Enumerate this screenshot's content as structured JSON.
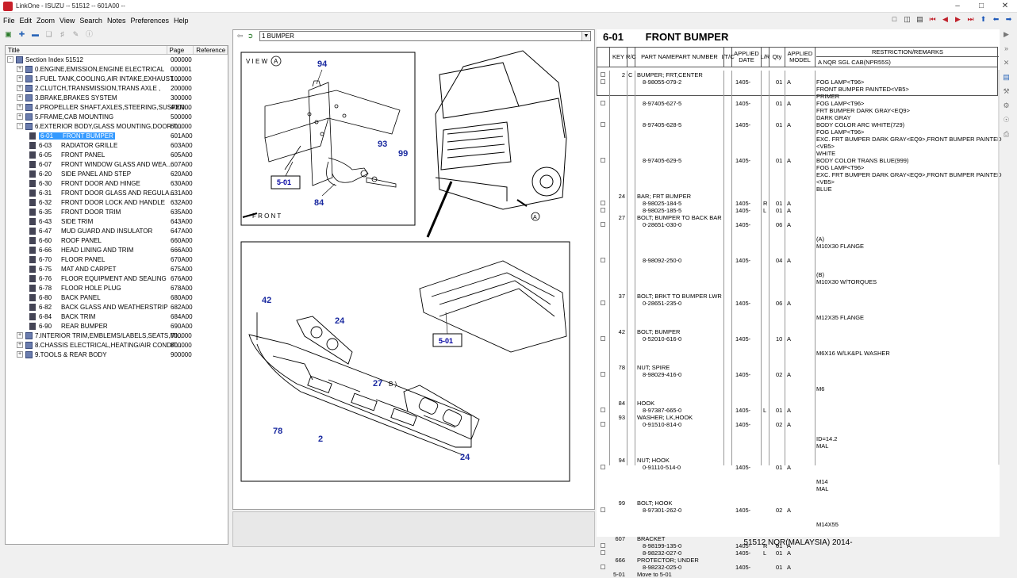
{
  "window": {
    "title": "LinkOne - ISUZU -- 51512 -- 601A00 --"
  },
  "menu": [
    "File",
    "Edit",
    "Zoom",
    "View",
    "Search",
    "Notes",
    "Preferences",
    "Help"
  ],
  "tree": {
    "headers": {
      "title": "Title",
      "page": "Page",
      "reference": "Reference"
    },
    "rows": [
      {
        "level": 0,
        "exp": "-",
        "label": "Section Index 51512",
        "page": "000000"
      },
      {
        "level": 1,
        "exp": "+",
        "label": "0.ENGINE,EMISSION,ENGINE ELECTRICAL",
        "page": "000001"
      },
      {
        "level": 1,
        "exp": "+",
        "label": "1.FUEL TANK,COOLING,AIR INTAKE,EXHAUST ...",
        "page": "100000"
      },
      {
        "level": 1,
        "exp": "+",
        "label": "2.CLUTCH,TRANSMISSION,TRANS AXLE ,",
        "page": "200000"
      },
      {
        "level": 1,
        "exp": "+",
        "label": "3.BRAKE,BRAKES SYSTEM",
        "page": "300000"
      },
      {
        "level": 1,
        "exp": "+",
        "label": "4.PROPELLER SHAFT,AXLES,STEERING,SUSPEN...",
        "page": "400000"
      },
      {
        "level": 1,
        "exp": "+",
        "label": "5.FRAME,CAB MOUNTING",
        "page": "500000"
      },
      {
        "level": 1,
        "exp": "-",
        "label": "6.EXTERIOR BODY,GLASS MOUNTING,DOOR T...",
        "page": "600000"
      },
      {
        "level": 2,
        "code": "6-01",
        "label": "FRONT BUMPER",
        "page": "601A00",
        "selected": true
      },
      {
        "level": 2,
        "code": "6-03",
        "label": "RADIATOR GRILLE",
        "page": "603A00"
      },
      {
        "level": 2,
        "code": "6-05",
        "label": "FRONT PANEL",
        "page": "605A00"
      },
      {
        "level": 2,
        "code": "6-07",
        "label": "FRONT WINDOW GLASS AND WEA...",
        "page": "607A00"
      },
      {
        "level": 2,
        "code": "6-20",
        "label": "SIDE PANEL AND STEP",
        "page": "620A00"
      },
      {
        "level": 2,
        "code": "6-30",
        "label": "FRONT DOOR AND HINGE",
        "page": "630A00"
      },
      {
        "level": 2,
        "code": "6-31",
        "label": "FRONT DOOR GLASS AND REGULA...",
        "page": "631A00"
      },
      {
        "level": 2,
        "code": "6-32",
        "label": "FRONT DOOR LOCK AND HANDLE",
        "page": "632A00"
      },
      {
        "level": 2,
        "code": "6-35",
        "label": "FRONT DOOR TRIM",
        "page": "635A00"
      },
      {
        "level": 2,
        "code": "6-43",
        "label": "SIDE TRIM",
        "page": "643A00"
      },
      {
        "level": 2,
        "code": "6-47",
        "label": "MUD GUARD AND INSULATOR",
        "page": "647A00"
      },
      {
        "level": 2,
        "code": "6-60",
        "label": "ROOF PANEL",
        "page": "660A00"
      },
      {
        "level": 2,
        "code": "6-66",
        "label": "HEAD LINING AND TRIM",
        "page": "666A00"
      },
      {
        "level": 2,
        "code": "6-70",
        "label": "FLOOR PANEL",
        "page": "670A00"
      },
      {
        "level": 2,
        "code": "6-75",
        "label": "MAT AND CARPET",
        "page": "675A00"
      },
      {
        "level": 2,
        "code": "6-76",
        "label": "FLOOR EQUIPMENT AND SEALING",
        "page": "676A00"
      },
      {
        "level": 2,
        "code": "6-78",
        "label": "FLOOR HOLE PLUG",
        "page": "678A00"
      },
      {
        "level": 2,
        "code": "6-80",
        "label": "BACK PANEL",
        "page": "680A00"
      },
      {
        "level": 2,
        "code": "6-82",
        "label": "BACK GLASS AND WEATHERSTRIP",
        "page": "682A00"
      },
      {
        "level": 2,
        "code": "6-84",
        "label": "BACK TRIM",
        "page": "684A00"
      },
      {
        "level": 2,
        "code": "6-90",
        "label": "REAR BUMPER",
        "page": "690A00"
      },
      {
        "level": 1,
        "exp": "+",
        "label": "7.INTERIOR TRIM,EMBLEMS/LABELS,SEATS,MI...",
        "page": "700000"
      },
      {
        "level": 1,
        "exp": "+",
        "label": "8.CHASSIS ELECTRICAL,HEATING/AIR CONDIT...",
        "page": "800000"
      },
      {
        "level": 1,
        "exp": "+",
        "label": "9.TOOLS & REAR BODY",
        "page": "900000"
      }
    ]
  },
  "diagram": {
    "selector": "1 BUMPER",
    "view_label": "V I E W",
    "view_letter": "A",
    "front_label": "F R O N T",
    "callouts": {
      "c94": "94",
      "c93": "93",
      "c99": "99",
      "c84": "84",
      "c42": "42",
      "c24a": "24",
      "c24b": "24",
      "c27": "27",
      "c2": "2",
      "c78": "78",
      "cB": "B )",
      "cA": "A"
    },
    "ref_box": "5-01"
  },
  "parts": {
    "section": "6-01",
    "title": "FRONT BUMPER",
    "headers": {
      "key": "KEY",
      "rc": "R/C",
      "part_name": "PART NAME",
      "part_number": "PART NUMBER",
      "itc": "I/T/C",
      "applied_date": "APPLIED DATE",
      "lr": "L/R",
      "qty": "Qty",
      "applied_model": "APPLIED MODEL",
      "restriction": "RESTRICTION/REMARKS",
      "model_note": "A NQR SGL CAB(NPR55S)"
    },
    "rows": [
      {
        "chk": true,
        "key": "2",
        "rc": "C",
        "name": "BUMPER; FRT,CENTER",
        "num": "",
        "date": "",
        "lr": "",
        "qty": "",
        "model": "",
        "remark": ""
      },
      {
        "chk": true,
        "key": "",
        "num": "8-98055-079-2",
        "date": "1405-",
        "qty": "01",
        "model": "A",
        "remark": "FOG LAMP<T96>"
      },
      {
        "remark": "FRONT BUMPER PAINTED<VB5>"
      },
      {
        "remark": "PRIMER"
      },
      {
        "chk": true,
        "num": "8-97405-627-5",
        "date": "1405-",
        "qty": "01",
        "model": "A",
        "remark": "FOG LAMP<T96>"
      },
      {
        "remark": "FRT BUMPER DARK GRAY<EQ9>"
      },
      {
        "remark": "DARK GRAY"
      },
      {
        "chk": true,
        "num": "8-97405-628-5",
        "date": "1405-",
        "qty": "01",
        "model": "A",
        "remark": "BODY COLOR ARC WHITE(729)"
      },
      {
        "remark": "FOG LAMP<T96>"
      },
      {
        "remark": "EXC. FRT BUMPER DARK GRAY<EQ9>,FRONT BUMPER PAINTED"
      },
      {
        "remark": "<VB5>"
      },
      {
        "remark": "WHITE"
      },
      {
        "chk": true,
        "num": "8-97405-629-5",
        "date": "1405-",
        "qty": "01",
        "model": "A",
        "remark": "BODY COLOR TRANS BLUE(999)"
      },
      {
        "remark": "FOG LAMP<T96>"
      },
      {
        "remark": "EXC. FRT BUMPER DARK GRAY<EQ9>,FRONT BUMPER PAINTED"
      },
      {
        "remark": "<VB5>"
      },
      {
        "remark": "BLUE"
      },
      {
        "key": "24",
        "name": "BAR; FRT BUMPER"
      },
      {
        "chk": true,
        "num": "8-98025-184-5",
        "date": "1405-",
        "lr": "R",
        "qty": "01",
        "model": "A"
      },
      {
        "chk": true,
        "num": "8-98025-185-5",
        "date": "1405-",
        "lr": "L",
        "qty": "01",
        "model": "A"
      },
      {
        "key": "27",
        "name": "BOLT; BUMPER TO BACK BAR"
      },
      {
        "chk": true,
        "num": "0-28651-030-0",
        "date": "1405-",
        "qty": "06",
        "model": "A"
      },
      {
        "remark": ""
      },
      {
        "remark": "(A)"
      },
      {
        "remark": "M10X30 FLANGE"
      },
      {
        "remark": ""
      },
      {
        "chk": true,
        "num": "8-98092-250-0",
        "date": "1405-",
        "qty": "04",
        "model": "A"
      },
      {
        "remark": ""
      },
      {
        "remark": "(B)"
      },
      {
        "remark": "M10X30 W/TORQUES"
      },
      {
        "remark": ""
      },
      {
        "key": "37",
        "name": "BOLT; BRKT TO BUMPER LWR"
      },
      {
        "chk": true,
        "num": "0-28651-235-0",
        "date": "1405-",
        "qty": "06",
        "model": "A"
      },
      {
        "remark": ""
      },
      {
        "remark": "M12X35 FLANGE"
      },
      {
        "remark": ""
      },
      {
        "key": "42",
        "name": "BOLT; BUMPER"
      },
      {
        "chk": true,
        "num": "0-52010-616-0",
        "date": "1405-",
        "qty": "10",
        "model": "A"
      },
      {
        "remark": ""
      },
      {
        "remark": "M6X16 W/LK&PL WASHER"
      },
      {
        "remark": ""
      },
      {
        "key": "78",
        "name": "NUT; SPIRE"
      },
      {
        "chk": true,
        "num": "8-98029-416-0",
        "date": "1405-",
        "qty": "02",
        "model": "A"
      },
      {
        "remark": ""
      },
      {
        "remark": "M6"
      },
      {
        "remark": ""
      },
      {
        "key": "84",
        "name": "HOOK"
      },
      {
        "chk": true,
        "num": "8-97387-665-0",
        "date": "1405-",
        "lr": "L",
        "qty": "01",
        "model": "A"
      },
      {
        "key": "93",
        "name": "WASHER; LK,HOOK"
      },
      {
        "chk": true,
        "num": "0-91510-814-0",
        "date": "1405-",
        "qty": "02",
        "model": "A"
      },
      {
        "remark": ""
      },
      {
        "remark": "ID=14.2"
      },
      {
        "remark": "MAL"
      },
      {
        "remark": ""
      },
      {
        "key": "94",
        "name": "NUT; HOOK"
      },
      {
        "chk": true,
        "num": "0-91110-514-0",
        "date": "1405-",
        "qty": "01",
        "model": "A"
      },
      {
        "remark": ""
      },
      {
        "remark": "M14"
      },
      {
        "remark": "MAL"
      },
      {
        "remark": ""
      },
      {
        "key": "99",
        "name": "BOLT; HOOK"
      },
      {
        "chk": true,
        "num": "8-97301-262-0",
        "date": "1405-",
        "qty": "02",
        "model": "A"
      },
      {
        "remark": ""
      },
      {
        "remark": "M14X55"
      },
      {
        "remark": ""
      },
      {
        "key": "607",
        "name": "BRACKET"
      },
      {
        "chk": true,
        "num": "8-98199-135-0",
        "date": "1405-",
        "lr": "R",
        "qty": "01",
        "model": "A"
      },
      {
        "chk": true,
        "num": "8-98232-027-0",
        "date": "1405-",
        "lr": "L",
        "qty": "01",
        "model": "A"
      },
      {
        "key": "666",
        "name": "PROTECTOR; UNDER"
      },
      {
        "chk": true,
        "num": "8-98232-025-0",
        "date": "1405-",
        "qty": "01",
        "model": "A"
      },
      {
        "key": "5-01",
        "name": "Move to 5-01"
      }
    ]
  },
  "footer": "51512 NQR(MALAYSIA) 2014-"
}
